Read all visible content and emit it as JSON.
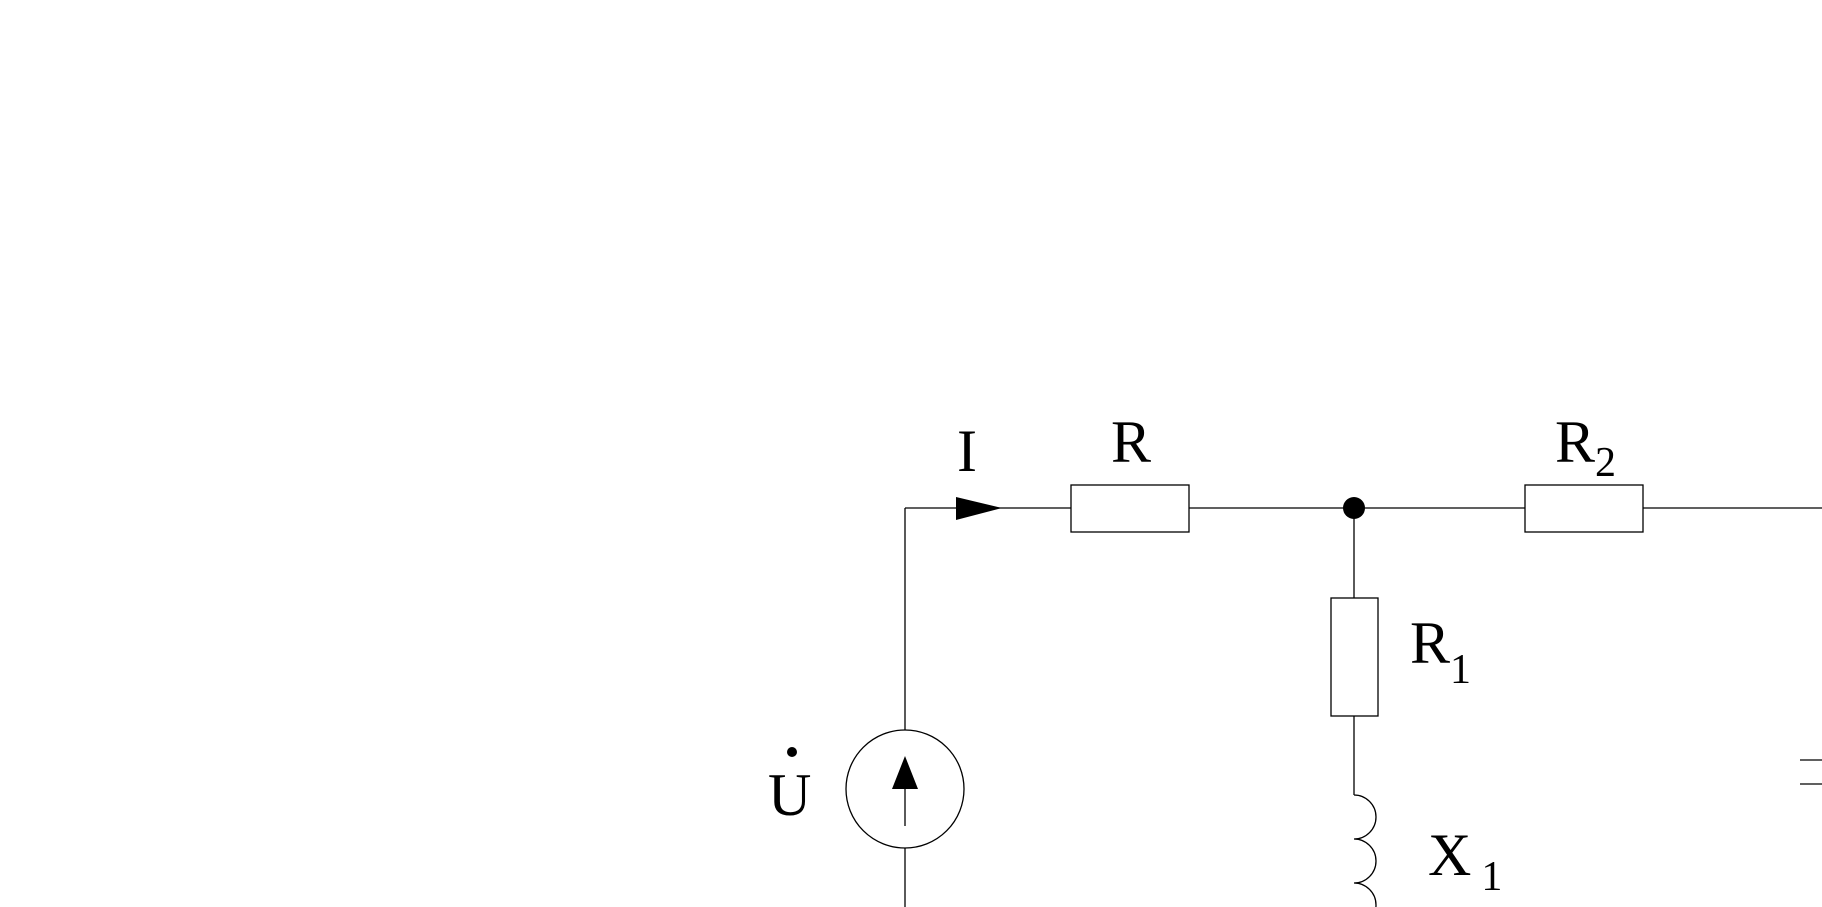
{
  "diagram": {
    "current_label": "I",
    "source_label": "U",
    "labels": {
      "r": "R",
      "r1_main": "R",
      "r1_sub": "1",
      "r2_main": "R",
      "r2_sub": "2",
      "x1_main": "X",
      "x1_sub": "1"
    }
  }
}
